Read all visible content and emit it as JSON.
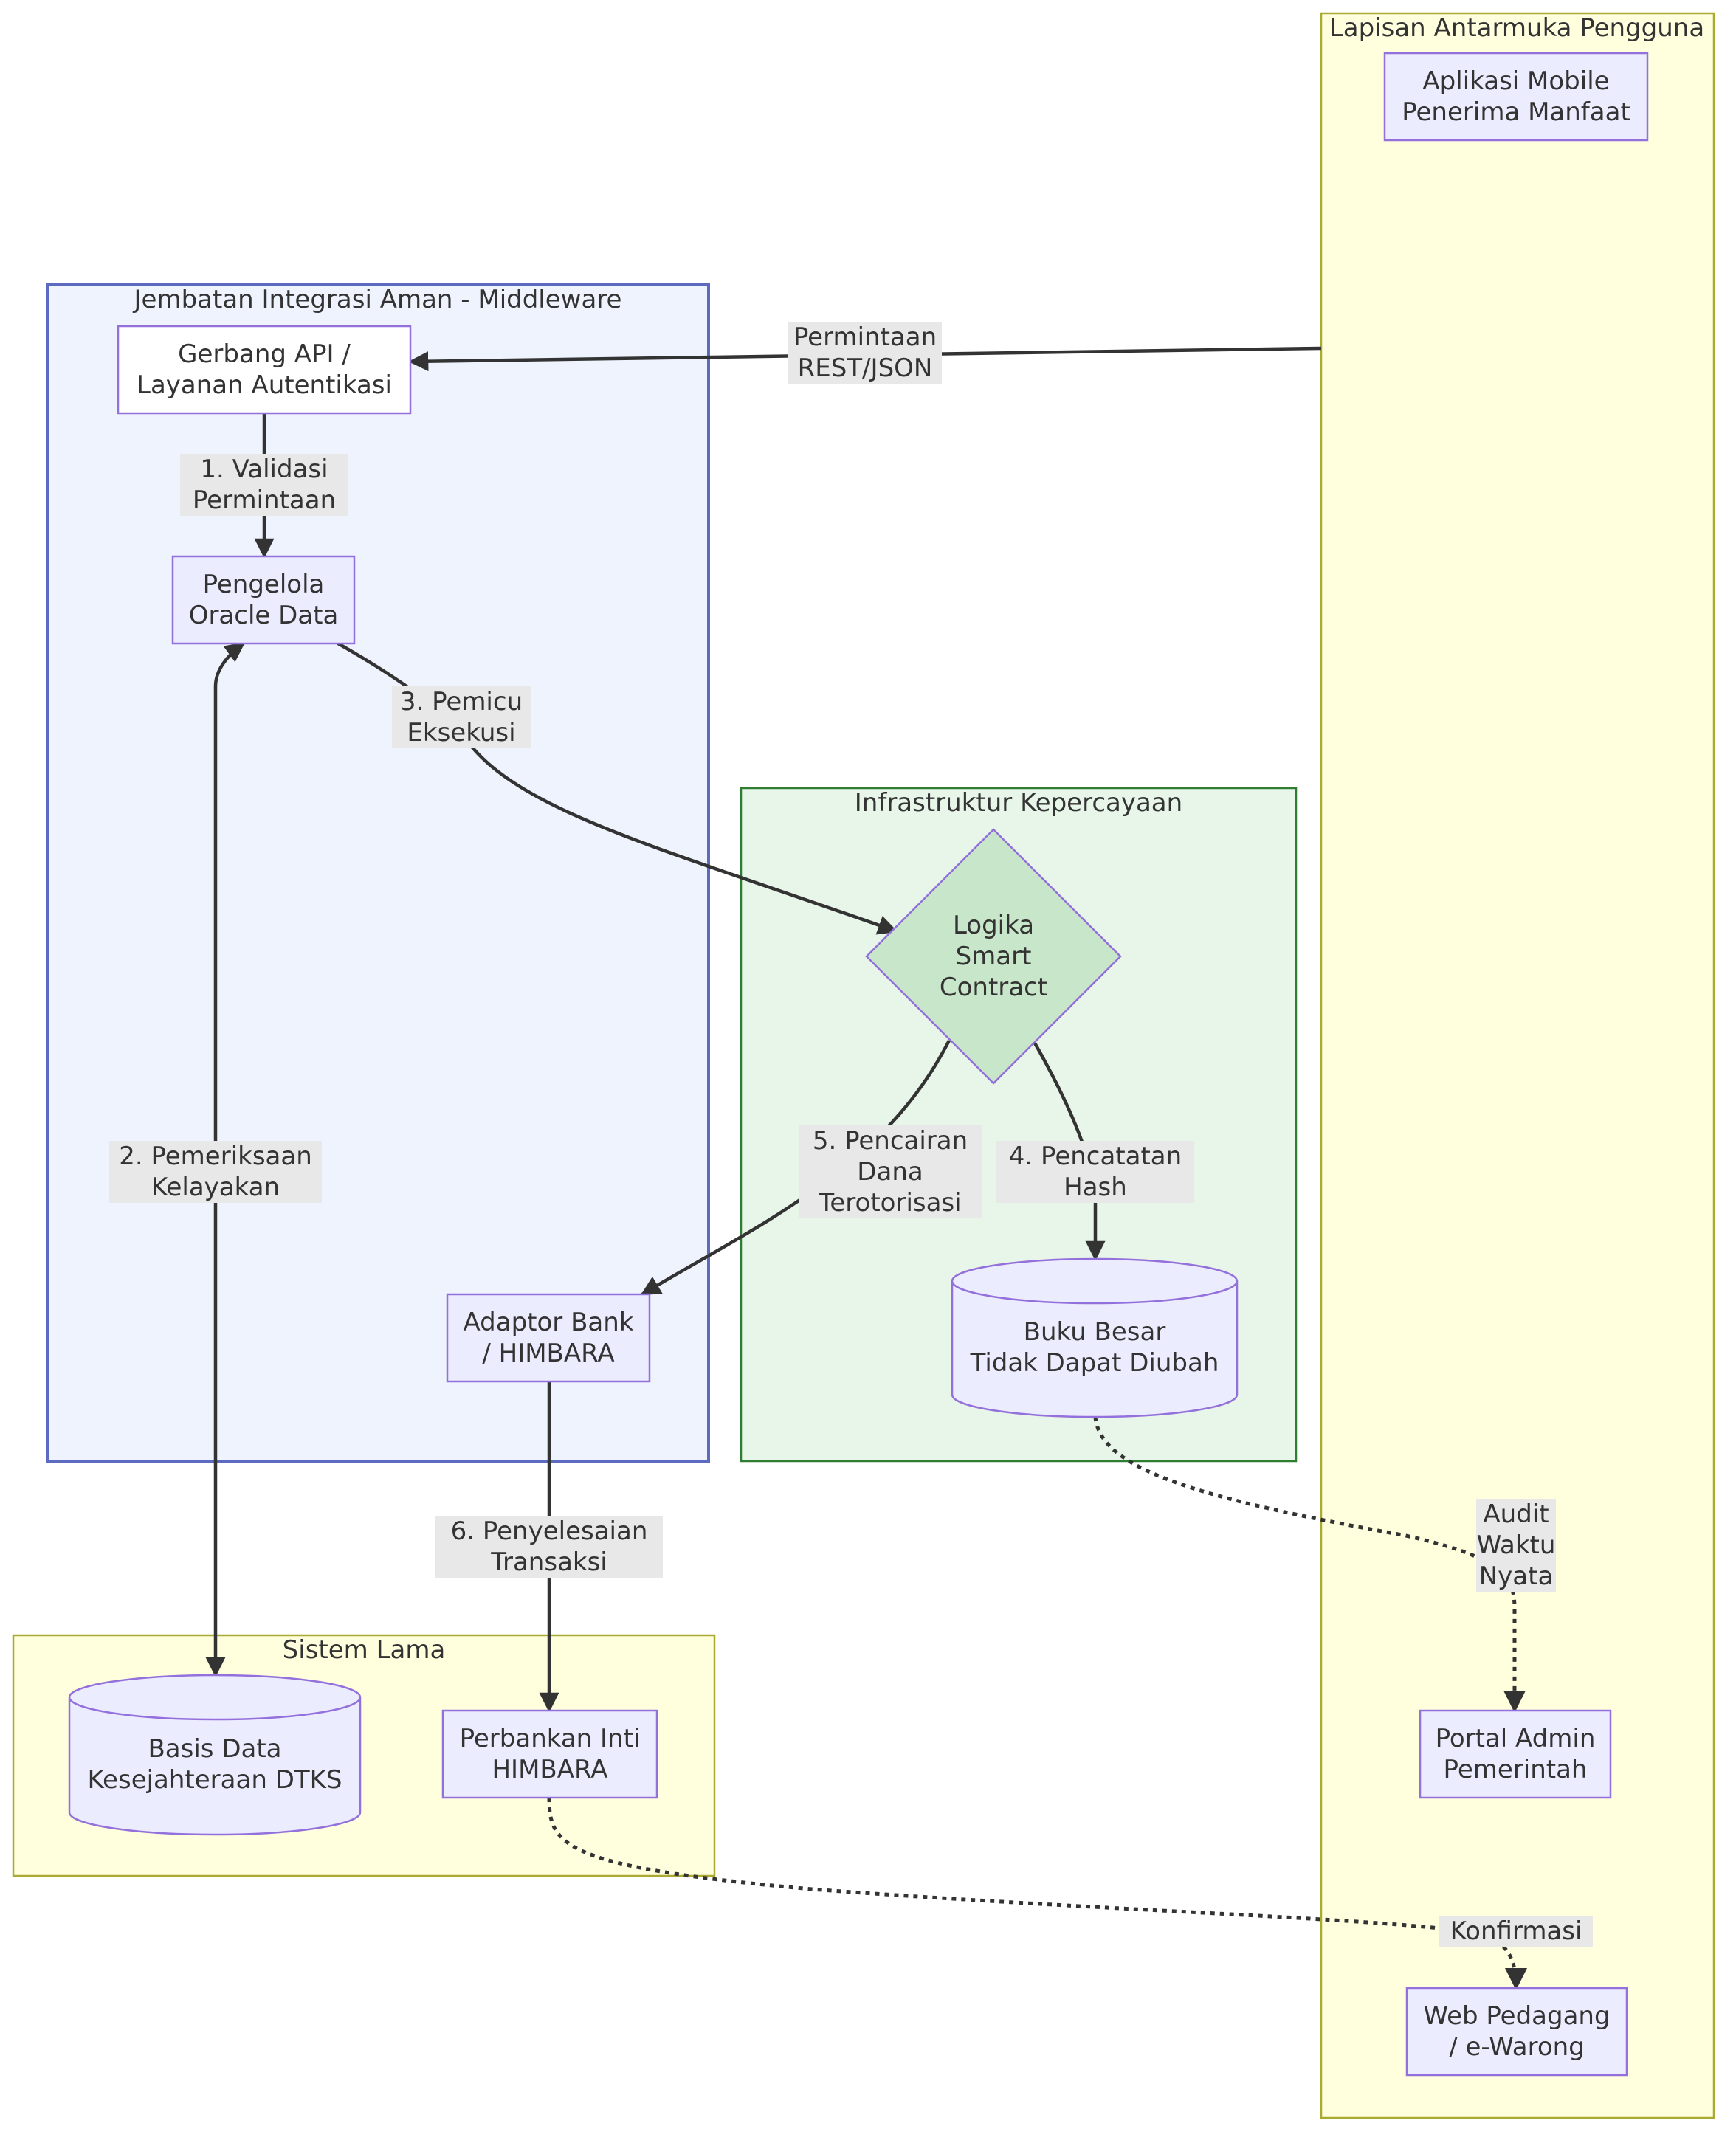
{
  "clusters": {
    "ui": {
      "title": "Lapisan Antarmuka Pengguna",
      "fill": "#ffffde",
      "stroke": "#aaaa33"
    },
    "middleware": {
      "title": "Jembatan Integrasi Aman - Middleware",
      "fill": "#eef3fd",
      "stroke": "#5c6bc0"
    },
    "trust": {
      "title": "Infrastruktur Kepercayaan",
      "fill": "#e8f5e9",
      "stroke": "#2e7d32"
    },
    "legacy": {
      "title": "Sistem Lama",
      "fill": "#ffffde",
      "stroke": "#aaaa33"
    }
  },
  "nodes": {
    "mobile_app": {
      "lines": [
        "Aplikasi Mobile",
        "Penerima Manfaat"
      ],
      "shape": "rect",
      "fill": "#ececff",
      "stroke": "#9370db"
    },
    "api_gateway": {
      "lines": [
        "Gerbang API /",
        "Layanan Autentikasi"
      ],
      "shape": "rect",
      "fill": "#ffffff",
      "stroke": "#9370db"
    },
    "oracle": {
      "lines": [
        "Pengelola",
        "Oracle Data"
      ],
      "shape": "rect",
      "fill": "#ececff",
      "stroke": "#9370db"
    },
    "smart_contract": {
      "lines": [
        "Logika",
        "Smart",
        "Contract"
      ],
      "shape": "diamond",
      "fill": "#c8e6c9",
      "stroke": "#9370db"
    },
    "ledger": {
      "lines": [
        "Buku Besar",
        "Tidak Dapat Diubah"
      ],
      "shape": "cylinder",
      "fill": "#ececff",
      "stroke": "#9370db"
    },
    "bank_adaptor": {
      "lines": [
        "Adaptor Bank",
        "/ HIMBARA"
      ],
      "shape": "rect",
      "fill": "#ececff",
      "stroke": "#9370db"
    },
    "dtks": {
      "lines": [
        "Basis Data",
        "Kesejahteraan DTKS"
      ],
      "shape": "cylinder",
      "fill": "#ececff",
      "stroke": "#9370db"
    },
    "core_banking": {
      "lines": [
        "Perbankan Inti",
        "HIMBARA"
      ],
      "shape": "rect",
      "fill": "#ececff",
      "stroke": "#9370db"
    },
    "admin_portal": {
      "lines": [
        "Portal Admin",
        "Pemerintah"
      ],
      "shape": "rect",
      "fill": "#ececff",
      "stroke": "#9370db"
    },
    "merchant_web": {
      "lines": [
        "Web Pedagang",
        "/ e-Warong"
      ],
      "shape": "rect",
      "fill": "#ececff",
      "stroke": "#9370db"
    }
  },
  "edges": [
    {
      "id": "e_rest",
      "from": "ui",
      "to": "api_gateway",
      "lines": [
        "Permintaan",
        "REST/JSON"
      ],
      "style": "solid"
    },
    {
      "id": "e_validate",
      "from": "api_gateway",
      "to": "oracle",
      "lines": [
        "1. Validasi",
        "Permintaan"
      ],
      "style": "solid"
    },
    {
      "id": "e_eligibility",
      "from": "oracle",
      "to": "dtks",
      "lines": [
        "2. Pemeriksaan",
        "Kelayakan"
      ],
      "style": "solid",
      "bidirectional": true
    },
    {
      "id": "e_trigger",
      "from": "oracle",
      "to": "smart_contract",
      "lines": [
        "3. Pemicu",
        "Eksekusi"
      ],
      "style": "solid"
    },
    {
      "id": "e_hash",
      "from": "smart_contract",
      "to": "ledger",
      "lines": [
        "4. Pencatatan",
        "Hash"
      ],
      "style": "solid"
    },
    {
      "id": "e_disburse",
      "from": "smart_contract",
      "to": "bank_adaptor",
      "lines": [
        "5. Pencairan",
        "Dana",
        "Terotorisasi"
      ],
      "style": "solid"
    },
    {
      "id": "e_settle",
      "from": "bank_adaptor",
      "to": "core_banking",
      "lines": [
        "6. Penyelesaian",
        "Transaksi"
      ],
      "style": "solid"
    },
    {
      "id": "e_audit",
      "from": "ledger",
      "to": "admin_portal",
      "lines": [
        "Audit",
        "Waktu",
        "Nyata"
      ],
      "style": "dotted"
    },
    {
      "id": "e_confirm",
      "from": "core_banking",
      "to": "merchant_web",
      "lines": [
        "Konfirmasi"
      ],
      "style": "dotted"
    }
  ],
  "colors": {
    "edge": "#333333",
    "text": "#333333",
    "label_bg": "#e8e8e8"
  }
}
